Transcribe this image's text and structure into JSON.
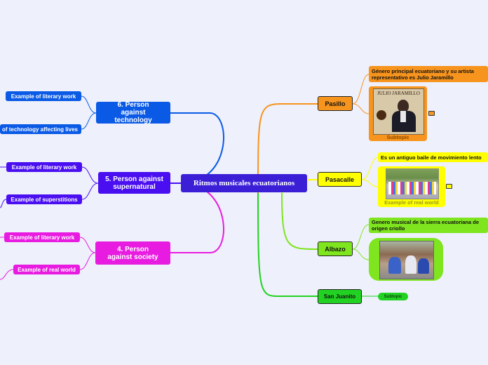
{
  "central": {
    "title": "Ritmos musicales ecuatorianos"
  },
  "left_branches": [
    {
      "title": "6. Person against technology",
      "color": "#0a5ae6",
      "children": [
        "Example of literary work",
        "of technology affecting lives"
      ]
    },
    {
      "title": "5. Person against supernatural",
      "color": "#4a0ff0",
      "children": [
        "Example of literary work",
        "Example of superstitions"
      ]
    },
    {
      "title": "4. Person against society",
      "color": "#e81ce0",
      "children": [
        "Example of literary work",
        "Example of real world"
      ]
    }
  ],
  "right_branches": {
    "pasillo": {
      "label": "Pasillo",
      "color": "#f7941d",
      "description": "Género principal ecuatoriano y su artista representativo es Julio Jaramillo",
      "image_text": "JULIO JARAMILLO",
      "image_caption": "Subtopic"
    },
    "pasacalle": {
      "label": "Pasacalle",
      "color": "#ffff00",
      "description": "Es un antiguo baile de movimiento lento",
      "image_caption": "Example of real world"
    },
    "albazo": {
      "label": "Albazo",
      "color": "#7fe51f",
      "description": "Genero musical de la sierra ecuatoriana de origen criollo"
    },
    "sanjuanito": {
      "label": "San Juanito",
      "color": "#22d222",
      "subtopic": "Subtopic"
    }
  },
  "colors": {
    "background": "#eef0fb",
    "central": "#3a1fd6"
  },
  "icons": [
    "clip-icon",
    "person-icon"
  ]
}
